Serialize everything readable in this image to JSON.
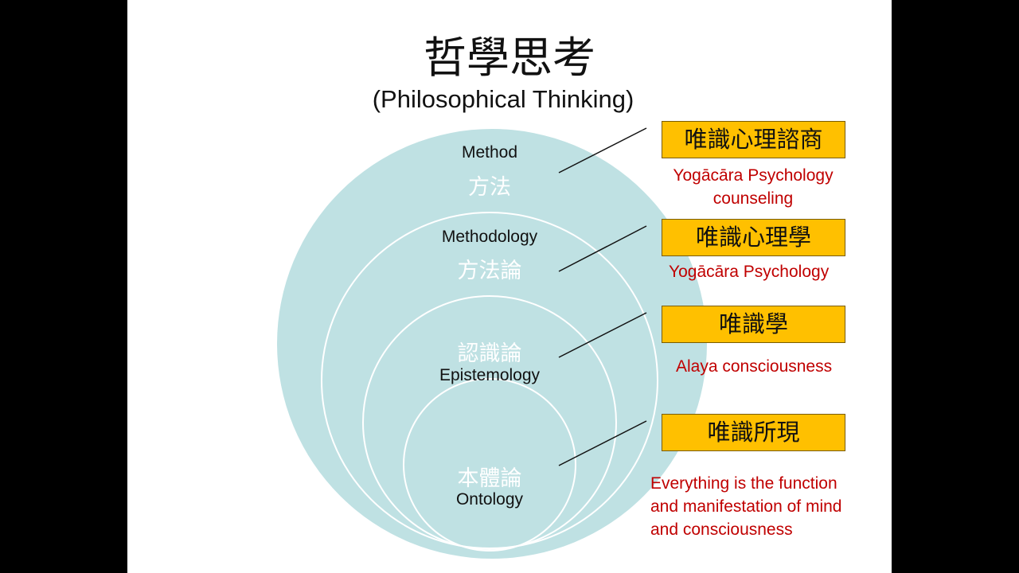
{
  "title": "哲學思考",
  "subtitle": "(Philosophical Thinking)",
  "colors": {
    "circle_outer_fill": "#bfe1e3",
    "circle_stroke": "#ffffff",
    "box_fill": "#ffc000",
    "desc_text": "#c00000",
    "zh_text": "#ffffff"
  },
  "layers": [
    {
      "en": "Method",
      "zh": "方法",
      "box": "唯識心理諮商",
      "desc": "Yogācāra Psychology\ncounseling"
    },
    {
      "en": "Methodology",
      "zh": "方法論",
      "box": "唯識心理學",
      "desc": "Yogācāra Psychology"
    },
    {
      "zh": "認識論",
      "en": "Epistemology",
      "box": "唯識學",
      "desc": "Alaya consciousness"
    },
    {
      "zh": "本體論",
      "en": "Ontology",
      "box": "唯識所現",
      "desc": "Everything is the function\nand manifestation of mind\nand consciousness"
    }
  ]
}
